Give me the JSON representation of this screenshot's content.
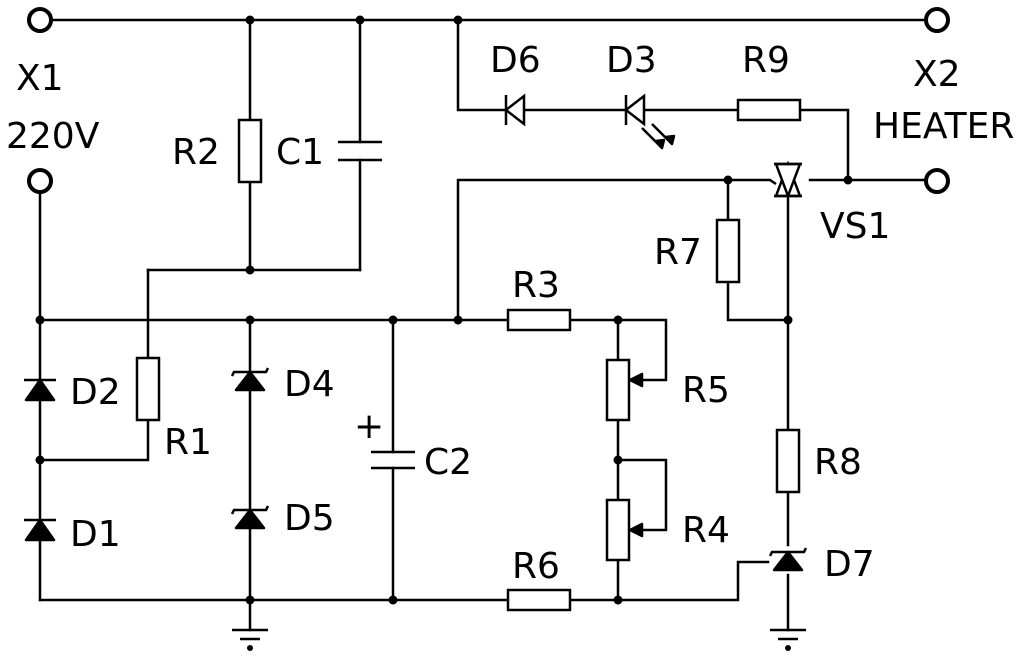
{
  "terminals": {
    "x1": {
      "name": "X1",
      "voltage": "220V"
    },
    "x2": {
      "name": "X2",
      "function": "HEATER"
    }
  },
  "components": {
    "r1": "R1",
    "r2": "R2",
    "r3": "R3",
    "r4": "R4",
    "r5": "R5",
    "r6": "R6",
    "r7": "R7",
    "r8": "R8",
    "r9": "R9",
    "c1": "C1",
    "c2": "C2",
    "d1": "D1",
    "d2": "D2",
    "d3": "D3",
    "d4": "D4",
    "d5": "D5",
    "d6": "D6",
    "d7": "D7",
    "vs1": "VS1"
  },
  "markings": {
    "c2_polarity": "+"
  }
}
